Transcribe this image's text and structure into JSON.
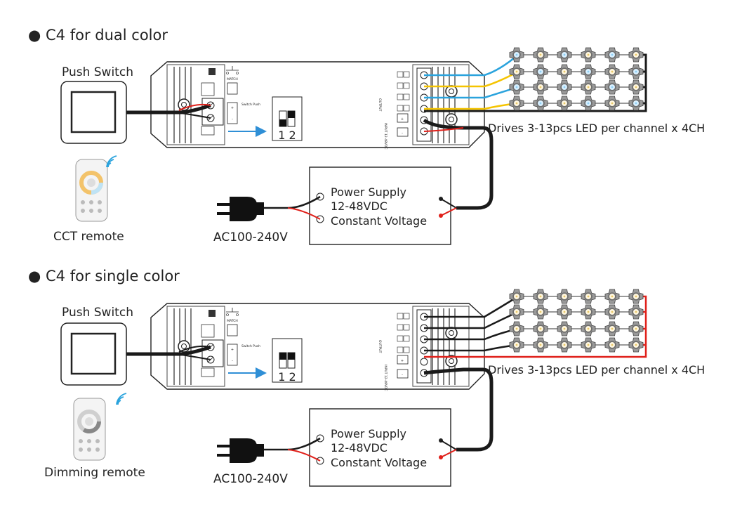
{
  "colors": {
    "blue_wire": "#2aa3dd",
    "yellow_wire": "#f5c400",
    "red_wire": "#e0201a",
    "black_wire": "#1a1a1a",
    "arrow": "#2f8fd6"
  },
  "sections": [
    {
      "title": "● C4 for dual color",
      "push_switch": "Push Switch",
      "remote_label": "CCT remote",
      "ac_label": "AC100-240V",
      "psu_line1": "Power Supply",
      "psu_line2": "12-48VDC",
      "psu_line3": "Constant Voltage",
      "drives_label": "Drives 3-13pcs LED per channel x 4CH",
      "dip_numbers": "1 2",
      "match_label": "MATCH",
      "output_label": "OUTPUT",
      "input_label": "INPUT 12-48VDC",
      "switch_label": "Switch Push"
    },
    {
      "title": "● C4 for single color",
      "push_switch": "Push Switch",
      "remote_label": "Dimming remote",
      "ac_label": "AC100-240V",
      "psu_line1": "Power Supply",
      "psu_line2": "12-48VDC",
      "psu_line3": "Constant Voltage",
      "drives_label": "Drives 3-13pcs LED per channel x 4CH",
      "dip_numbers": "1 2",
      "match_label": "MATCH",
      "output_label": "OUTPUT",
      "input_label": "INPUT 12-48VDC",
      "switch_label": "Switch Push"
    }
  ]
}
